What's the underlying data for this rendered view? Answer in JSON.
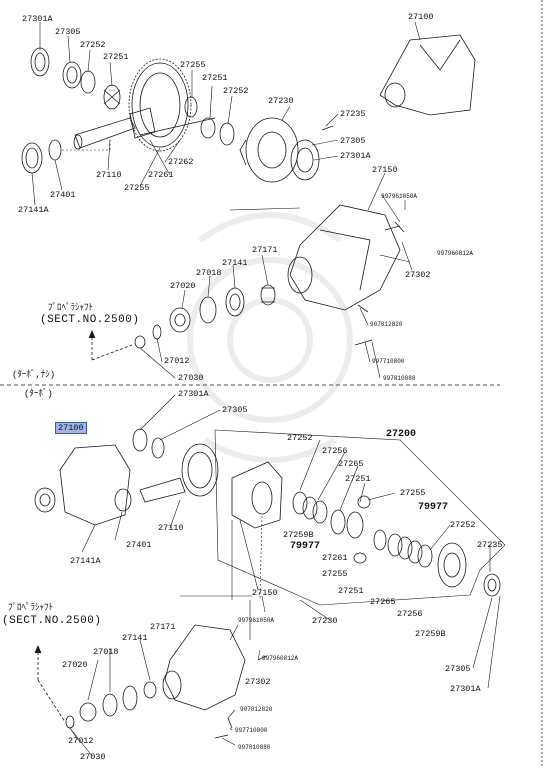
{
  "diagram": {
    "top": {
      "labels": [
        {
          "id": "t1",
          "text": "27301A"
        },
        {
          "id": "t2",
          "text": "27305"
        },
        {
          "id": "t3",
          "text": "27252"
        },
        {
          "id": "t4",
          "text": "27251"
        },
        {
          "id": "t5",
          "text": "27255"
        },
        {
          "id": "t6",
          "text": "27251"
        },
        {
          "id": "t7",
          "text": "27252"
        },
        {
          "id": "t8",
          "text": "27230"
        },
        {
          "id": "t9",
          "text": "27235"
        },
        {
          "id": "t10",
          "text": "27305"
        },
        {
          "id": "t11",
          "text": "27301A"
        },
        {
          "id": "t12",
          "text": "27100"
        },
        {
          "id": "t13",
          "text": "27262"
        },
        {
          "id": "t14",
          "text": "27261"
        },
        {
          "id": "t15",
          "text": "27255"
        },
        {
          "id": "t16",
          "text": "27110"
        },
        {
          "id": "t17",
          "text": "27401"
        },
        {
          "id": "t18",
          "text": "27141A"
        },
        {
          "id": "t19",
          "text": "27150"
        },
        {
          "id": "t20",
          "text": "997961050A"
        },
        {
          "id": "t21",
          "text": "997960812A"
        },
        {
          "id": "t22",
          "text": "27302"
        },
        {
          "id": "t23",
          "text": "27171"
        },
        {
          "id": "t24",
          "text": "27141"
        },
        {
          "id": "t25",
          "text": "27018"
        },
        {
          "id": "t26",
          "text": "27020"
        },
        {
          "id": "t27",
          "text": "907812820"
        },
        {
          "id": "t28",
          "text": "997710800"
        },
        {
          "id": "t29",
          "text": "997810880"
        },
        {
          "id": "t30",
          "text": "27012"
        },
        {
          "id": "t31",
          "text": "27030"
        }
      ],
      "propeller_note": "ﾌﾟﾛﾍﾟﾗｼｬﾌﾄ",
      "sect_note": "(SECT.NO.2500)",
      "variant_no_turbo": "(ﾀｰﾎﾞ,ﾅｼ)",
      "variant_turbo": "(ﾀｰﾎﾞ)"
    },
    "bottom": {
      "labels": [
        {
          "id": "b1",
          "text": "27301A"
        },
        {
          "id": "b2",
          "text": "27305"
        },
        {
          "id": "b3",
          "text": "27100"
        },
        {
          "id": "b4",
          "text": "27200"
        },
        {
          "id": "b5",
          "text": "27252"
        },
        {
          "id": "b6",
          "text": "27256"
        },
        {
          "id": "b7",
          "text": "27265"
        },
        {
          "id": "b8",
          "text": "27251"
        },
        {
          "id": "b9",
          "text": "27255"
        },
        {
          "id": "b10",
          "text": "79977"
        },
        {
          "id": "b11",
          "text": "27252"
        },
        {
          "id": "b12",
          "text": "27259B"
        },
        {
          "id": "b13",
          "text": "79977"
        },
        {
          "id": "b14",
          "text": "27261"
        },
        {
          "id": "b15",
          "text": "27255"
        },
        {
          "id": "b16",
          "text": "27251"
        },
        {
          "id": "b17",
          "text": "27265"
        },
        {
          "id": "b18",
          "text": "27256"
        },
        {
          "id": "b19",
          "text": "27259B"
        },
        {
          "id": "b20",
          "text": "27235"
        },
        {
          "id": "b21",
          "text": "27230"
        },
        {
          "id": "b22",
          "text": "27110"
        },
        {
          "id": "b23",
          "text": "27401"
        },
        {
          "id": "b24",
          "text": "27141A"
        },
        {
          "id": "b25",
          "text": "27150"
        },
        {
          "id": "b26",
          "text": "997961050A"
        },
        {
          "id": "b27",
          "text": "997960812A"
        },
        {
          "id": "b28",
          "text": "27302"
        },
        {
          "id": "b29",
          "text": "27171"
        },
        {
          "id": "b30",
          "text": "27141"
        },
        {
          "id": "b31",
          "text": "27018"
        },
        {
          "id": "b32",
          "text": "27020"
        },
        {
          "id": "b33",
          "text": "907812820"
        },
        {
          "id": "b34",
          "text": "997710800"
        },
        {
          "id": "b35",
          "text": "997810880"
        },
        {
          "id": "b36",
          "text": "27012"
        },
        {
          "id": "b37",
          "text": "27030"
        },
        {
          "id": "b38",
          "text": "27305"
        },
        {
          "id": "b39",
          "text": "27301A"
        }
      ],
      "propeller_note": "ﾌﾟﾛﾍﾟﾗｼｬﾌﾄ",
      "sect_note": "(SECT.NO.2500)"
    },
    "colors": {
      "ink": "#1a1a1a",
      "highlight": "#9fb6e4",
      "highlight_border": "#3a5fa8",
      "watermark": "#e8e8e8"
    }
  }
}
